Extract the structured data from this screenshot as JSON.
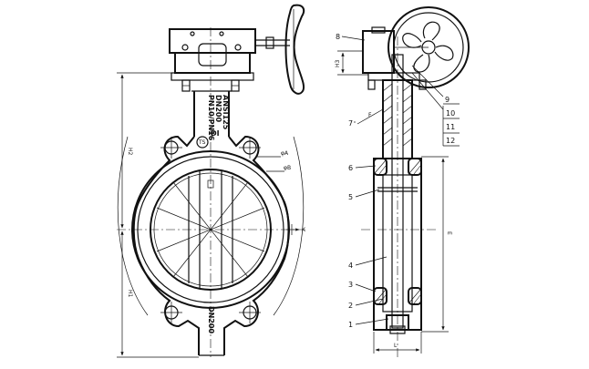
{
  "front_view": {
    "body_stamp": [
      "PN10/PN16",
      "DN200",
      "ANSI125"
    ],
    "material_mark": "DI",
    "logo_mark": "TS",
    "bottom_mark": "DN200",
    "dims": {
      "upper_height": "H2",
      "lower_height": "H1",
      "bolt_circle_a": "φA",
      "bolt_circle_b": "φB",
      "bolt_hole": "K"
    }
  },
  "side_view": {
    "dims": {
      "actuator_height": "H3",
      "flange_face": "F",
      "face_to_face": "L",
      "stem_square": "E"
    },
    "part_labels": [
      "1",
      "2",
      "3",
      "4",
      "5",
      "6",
      "7",
      "8",
      "9",
      "10",
      "11",
      "12"
    ]
  }
}
